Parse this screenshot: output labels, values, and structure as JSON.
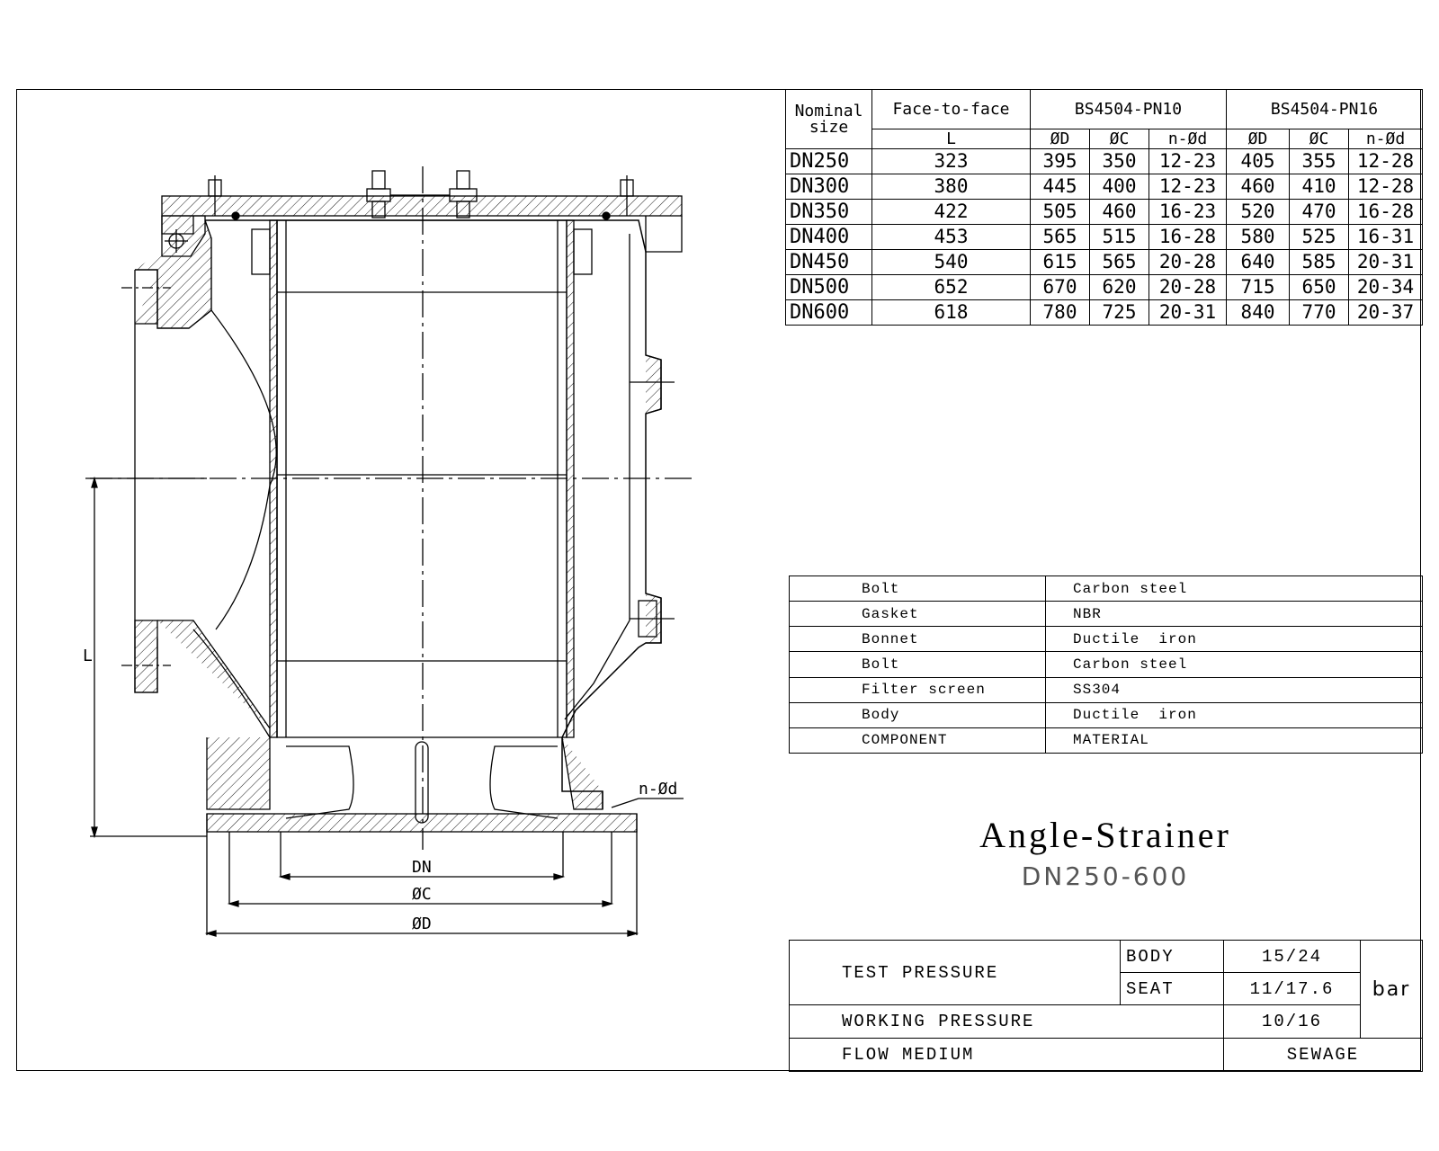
{
  "dimension_table": {
    "header_nominal": [
      "Nominal",
      "size"
    ],
    "header_face": "Face-to-face",
    "header_face_sub": "L",
    "header_pn10": "BS4504-PN10",
    "header_pn16": "BS4504-PN16",
    "sub_d": "ØD",
    "sub_c": "ØC",
    "sub_n": "n-Ød",
    "rows": [
      {
        "size": "DN250",
        "L": "323",
        "d10": "395",
        "c10": "350",
        "n10": "12-23",
        "d16": "405",
        "c16": "355",
        "n16": "12-28"
      },
      {
        "size": "DN300",
        "L": "380",
        "d10": "445",
        "c10": "400",
        "n10": "12-23",
        "d16": "460",
        "c16": "410",
        "n16": "12-28"
      },
      {
        "size": "DN350",
        "L": "422",
        "d10": "505",
        "c10": "460",
        "n10": "16-23",
        "d16": "520",
        "c16": "470",
        "n16": "16-28"
      },
      {
        "size": "DN400",
        "L": "453",
        "d10": "565",
        "c10": "515",
        "n10": "16-28",
        "d16": "580",
        "c16": "525",
        "n16": "16-31"
      },
      {
        "size": "DN450",
        "L": "540",
        "d10": "615",
        "c10": "565",
        "n10": "20-28",
        "d16": "640",
        "c16": "585",
        "n16": "20-31"
      },
      {
        "size": "DN500",
        "L": "652",
        "d10": "670",
        "c10": "620",
        "n10": "20-28",
        "d16": "715",
        "c16": "650",
        "n16": "20-34"
      },
      {
        "size": "DN600",
        "L": "618",
        "d10": "780",
        "c10": "725",
        "n10": "20-31",
        "d16": "840",
        "c16": "770",
        "n16": "20-37"
      }
    ]
  },
  "parts_table": {
    "rows": [
      {
        "component": "Bolt",
        "material": "Carbon steel"
      },
      {
        "component": "Gasket",
        "material": "NBR"
      },
      {
        "component": "Bonnet",
        "material": "Ductile  iron"
      },
      {
        "component": "Bolt",
        "material": "Carbon steel"
      },
      {
        "component": "Filter screen",
        "material": "SS304"
      },
      {
        "component": "Body",
        "material": "Ductile  iron"
      }
    ],
    "header_component": "COMPONENT",
    "header_material": "MATERIAL"
  },
  "title_block": {
    "title": "Angle-Strainer",
    "subtitle": "DN250-600"
  },
  "pressure_table": {
    "test_pressure_label": "TEST PRESSURE",
    "body_label": "BODY",
    "body_value": "15/24",
    "seat_label": "SEAT",
    "seat_value": "11/17.6",
    "unit": "bar",
    "working_label": "WORKING PRESSURE",
    "working_value": "10/16",
    "flow_label": "FLOW MEDIUM",
    "flow_value": "SEWAGE"
  },
  "drawing": {
    "dim_dn": "DN",
    "dim_c": "ØC",
    "dim_d": "ØD",
    "dim_L": "L",
    "dim_nd": "n-Ød"
  }
}
